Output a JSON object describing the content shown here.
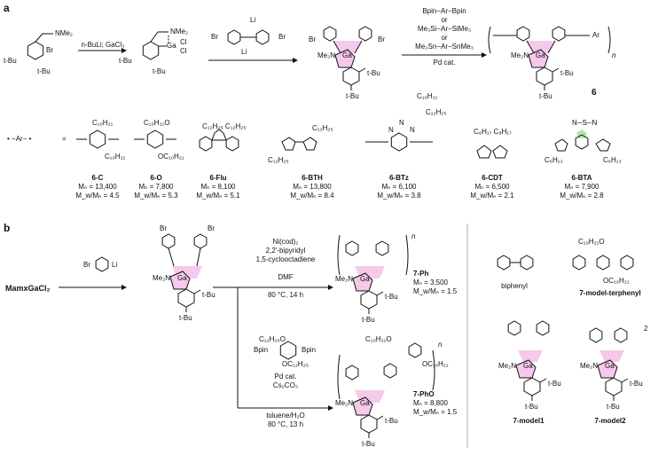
{
  "panel_a": {
    "label": "a",
    "reagents": {
      "step1_sm_nme2": "NMe₂",
      "step1_sm_br": "Br",
      "step1_sm_tbu_left": "t-Bu",
      "step1_sm_tbu_bottom": "t-Bu",
      "step1_conditions": "n-BuLi; GaCl₃",
      "int1_nme2": "NMe₂",
      "int1_ga": "Ga",
      "int1_cl1": "Cl",
      "int1_cl2": "Cl",
      "int1_tbu_left": "t-Bu",
      "int1_tbu_bottom": "t-Bu",
      "dilithio_br_left": "Br",
      "dilithio_br_right": "Br",
      "dilithio_li_top": "Li",
      "dilithio_li_bottom": "Li",
      "monomer_br_left": "Br",
      "monomer_br_right": "Br",
      "monomer_me2n": "Me₂N",
      "monomer_ga": "Ga",
      "monomer_tbu_right": "t-Bu",
      "monomer_tbu_bottom": "t-Bu",
      "coupling_line1": "Bpin−Ar−Bpin",
      "coupling_or1": "or",
      "coupling_line2": "Me₃Si−Ar−SiMe₃",
      "coupling_or2": "or",
      "coupling_line3": "Me₃Sn−Ar−SnMe₃",
      "coupling_cat": "Pd cat.",
      "polymer_ar": "Ar",
      "polymer_n": "n",
      "polymer_me2n": "Me₂N",
      "polymer_ga": "Ga",
      "polymer_tbu_right": "t-Bu",
      "polymer_tbu_bottom": "t-Bu",
      "polymer_number": "6"
    },
    "ar_definition": "• −Ar− •",
    "equals": "=",
    "substituents": {
      "c_top": "C₁₀H₂₁",
      "c_bottom": "C₁₀H₂₁",
      "o_top": "C₁₀H₂₁O",
      "o_bottom": "OC₁₀H₂₁",
      "flu": "C₁₂H₂₅ C₁₂H₂₅",
      "bth_top": "C₁₂H₂₅",
      "bth_bottom": "C₁₂H₂₅",
      "btz_top": "C₁₀H₂₁",
      "btz_right": "C₁₂H₂₅",
      "btz_n1": "N",
      "btz_n2": "N",
      "btz_n3": "N",
      "cdt": "C₈H₁₇  C₈H₁₇",
      "bta_top": "N─S─N",
      "bta_left": "C₆H₁₃",
      "bta_right": "C₆H₁₃"
    },
    "polymers": [
      {
        "name": "6-C",
        "mn": "Mₙ = 13,400",
        "mw": "M_w/Mₙ = 4.5"
      },
      {
        "name": "6-O",
        "mn": "Mₙ = 7,800",
        "mw": "M_w/Mₙ = 5.3"
      },
      {
        "name": "6-Flu",
        "mn": "Mₙ = 8,100",
        "mw": "M_w/Mₙ = 5.1"
      },
      {
        "name": "6-BTH",
        "mn": "Mₙ = 13,800",
        "mw": "M_w/Mₙ = 8.4"
      },
      {
        "name": "6-BTz",
        "mn": "Mₙ = 6,100",
        "mw": "M_w/Mₙ = 3.8"
      },
      {
        "name": "6-CDT",
        "mn": "Mₙ = 6,500",
        "mw": "M_w/Mₙ = 2.1"
      },
      {
        "name": "6-BTA",
        "mn": "Mₙ = 7,900",
        "mw": "M_w/Mₙ = 2.8"
      }
    ]
  },
  "panel_b": {
    "label": "b",
    "start": "MamxGaCl₂",
    "reagent_br": "Br",
    "reagent_li": "Li",
    "monomer_br_left": "Br",
    "monomer_br_right": "Br",
    "monomer_me2n": "Me₂N",
    "monomer_ga": "Ga",
    "monomer_tbu_right": "t-Bu",
    "monomer_tbu_bottom": "t-Bu",
    "ph_conditions": [
      "Ni(cod)₂",
      "2,2'-bipyridyl",
      "1,5-cyclooctadiene",
      "DMF",
      "80 °C, 14 h"
    ],
    "ph_product": {
      "name": "7-Ph",
      "mn": "Mₙ = 3,500",
      "mw": "M_w/Mₙ = 1.5",
      "n": "n",
      "me2n": "Me₂N",
      "ga": "Ga",
      "tbu_right": "t-Bu",
      "tbu_bottom": "t-Bu"
    },
    "pho_reagent": {
      "top": "C₁₂H₂₅O",
      "left": "Bpin",
      "right": "Bpin",
      "bottom": "OC₁₂H₂₅"
    },
    "pho_conditions": [
      "Pd cat.",
      "Cs₂CO₃",
      "toluene/H₂O",
      "80 °C, 13 h"
    ],
    "pho_product": {
      "name": "7-PhO",
      "mn": "Mₙ = 8,800",
      "mw": "M_w/Mₙ = 1.5",
      "n": "n",
      "top": "C₁₀H₂₁O",
      "right": "OC₁₀H₂₁",
      "me2n": "Me₂N",
      "ga": "Ga",
      "tbu_right": "t-Bu",
      "tbu_bottom": "t-Bu"
    },
    "models": [
      {
        "name": "biphenyl"
      },
      {
        "name": "7-model-terphenyl",
        "top": "C₁₀H₂₁O",
        "bottom": "OC₁₀H₂₁"
      },
      {
        "name": "7-model1",
        "me2n": "Me₂N",
        "ga": "Ga",
        "tbu_right": "t-Bu",
        "tbu_bottom": "t-Bu"
      },
      {
        "name": "7-model2",
        "sub": "2",
        "me2n": "Me₂N",
        "ga": "Ga",
        "tbu_right": "t-Bu",
        "tbu_bottom": "t-Bu"
      }
    ]
  }
}
